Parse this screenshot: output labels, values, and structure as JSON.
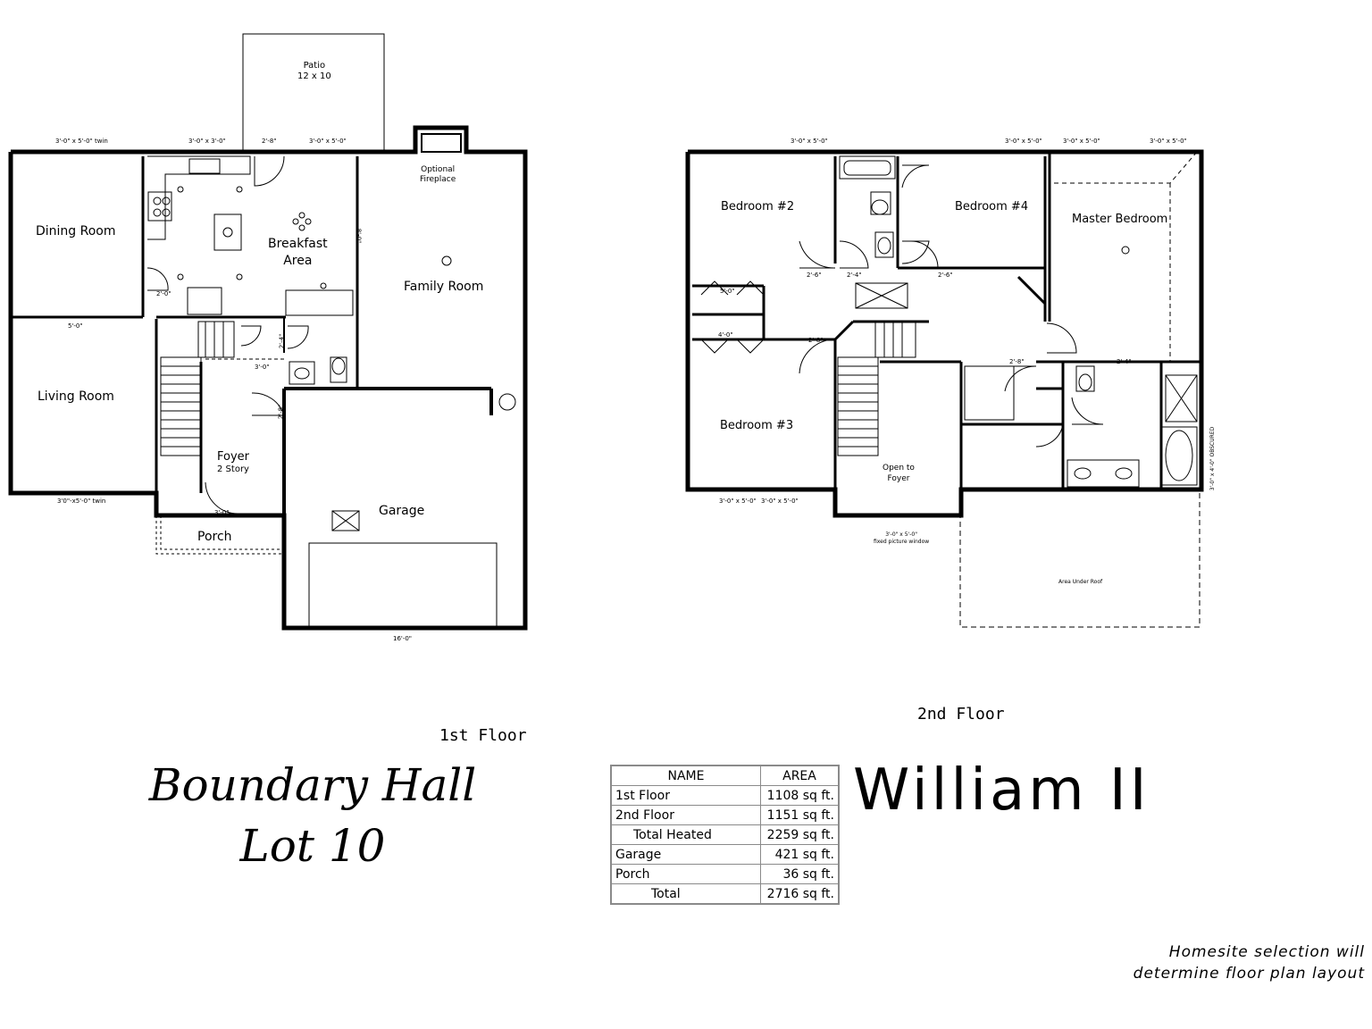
{
  "development": {
    "line1": "Boundary Hall",
    "line2": "Lot 10"
  },
  "model_name": "William II",
  "note": {
    "line1": "Homesite selection will",
    "line2": "determine floor plan layout"
  },
  "first_floor": {
    "label": "1st Floor",
    "rooms": {
      "patio": "Patio",
      "patio_size": "12 x 10",
      "dining_room": "Dining Room",
      "living_room": "Living Room",
      "breakfast_area_1": "Breakfast",
      "breakfast_area_2": "Area",
      "family_room": "Family Room",
      "foyer": "Foyer",
      "foyer_note": "2 Story",
      "garage": "Garage",
      "porch": "Porch",
      "fireplace_1": "Optional",
      "fireplace_2": "Fireplace"
    },
    "dims": {
      "win_dining": "3'-0\" x 5'-0\" twin",
      "win_kitchen": "3'-0\" x 3'-0\"",
      "door_kitchen": "2'-8\"",
      "win_breakfast": "3'-0\" x 5'-0\"",
      "win_living": "3'0\"-x5'-0\" twin",
      "opening_dining": "5'-0\"",
      "garage_door": "16'-0\"",
      "porch_door": "3'-0\"",
      "closet": "2'-0\"",
      "bath_door": "2'-4\"",
      "foyer_door": "2'-8\"",
      "hall": "3'-0\"",
      "opening_family": "8'-0\""
    }
  },
  "second_floor": {
    "label": "2nd Floor",
    "rooms": {
      "bedroom2": "Bedroom #2",
      "bedroom3": "Bedroom #3",
      "bedroom4": "Bedroom #4",
      "master": "Master Bedroom",
      "open_foyer_1": "Open to",
      "open_foyer_2": "Foyer",
      "area_under_roof": "Area Under Roof",
      "picture_window_1": "3'-0\" x 5'-0\"",
      "picture_window_2": "fixed picture window"
    },
    "dims": {
      "win_bed2": "3'-0\" x 5'-0\"",
      "win_bath": "3'-0\" x 5'-0\"",
      "win_master1": "3'-0\" x 5'-0\"",
      "win_master2": "3'-0\" x 5'-0\"",
      "win_bed3a": "3'-0\" x 5'-0\"",
      "win_bed3b": "3'-0\" x 5'-0\"",
      "closet_bed2": "5'-0\"",
      "closet_bed3": "4'-0\"",
      "door_a": "2'-6\"",
      "door_b": "2'-4\"",
      "door_c": "2'-6\"",
      "door_d": "2'-8\"",
      "door_e": "2'-8\"",
      "door_f": "2'-4\"",
      "obscured": "3'-0\" x 4'-0\" OBSCURED"
    }
  },
  "area_table": {
    "headers": [
      "NAME",
      "AREA"
    ],
    "rows": [
      {
        "name": "1st Floor",
        "area": "1108 sq ft."
      },
      {
        "name": "2nd Floor",
        "area": "1151 sq ft."
      },
      {
        "name": "Total Heated",
        "area": "2259 sq ft."
      },
      {
        "name": "Garage",
        "area": "421 sq ft."
      },
      {
        "name": "Porch",
        "area": "36 sq ft."
      },
      {
        "name": "Total",
        "area": "2716 sq ft."
      }
    ]
  }
}
